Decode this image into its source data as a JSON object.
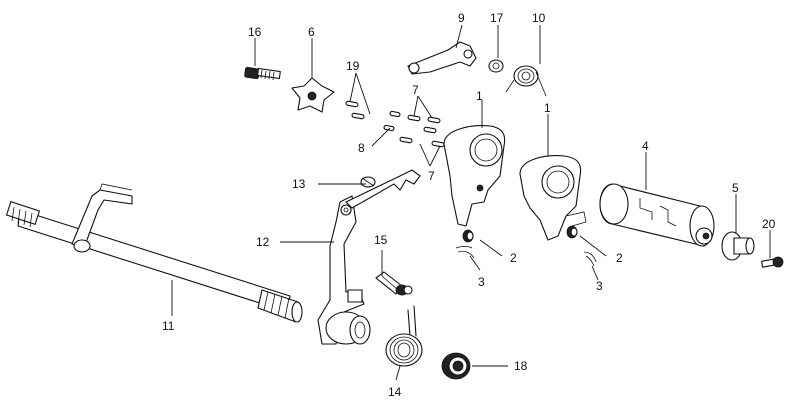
{
  "callouts": [
    {
      "id": "c1a",
      "text": "1"
    },
    {
      "id": "c1b",
      "text": "1"
    },
    {
      "id": "c2a",
      "text": "2"
    },
    {
      "id": "c2b",
      "text": "2"
    },
    {
      "id": "c3a",
      "text": "3"
    },
    {
      "id": "c3b",
      "text": "3"
    },
    {
      "id": "c4",
      "text": "4"
    },
    {
      "id": "c5",
      "text": "5"
    },
    {
      "id": "c6",
      "text": "6"
    },
    {
      "id": "c7a",
      "text": "7"
    },
    {
      "id": "c7b",
      "text": "7"
    },
    {
      "id": "c8",
      "text": "8"
    },
    {
      "id": "c9",
      "text": "9"
    },
    {
      "id": "c10",
      "text": "10"
    },
    {
      "id": "c11",
      "text": "11"
    },
    {
      "id": "c12",
      "text": "12"
    },
    {
      "id": "c13",
      "text": "13"
    },
    {
      "id": "c14",
      "text": "14"
    },
    {
      "id": "c15",
      "text": "15"
    },
    {
      "id": "c16",
      "text": "16"
    },
    {
      "id": "c17",
      "text": "17"
    },
    {
      "id": "c18",
      "text": "18"
    },
    {
      "id": "c19",
      "text": "19"
    },
    {
      "id": "c20",
      "text": "20"
    }
  ]
}
